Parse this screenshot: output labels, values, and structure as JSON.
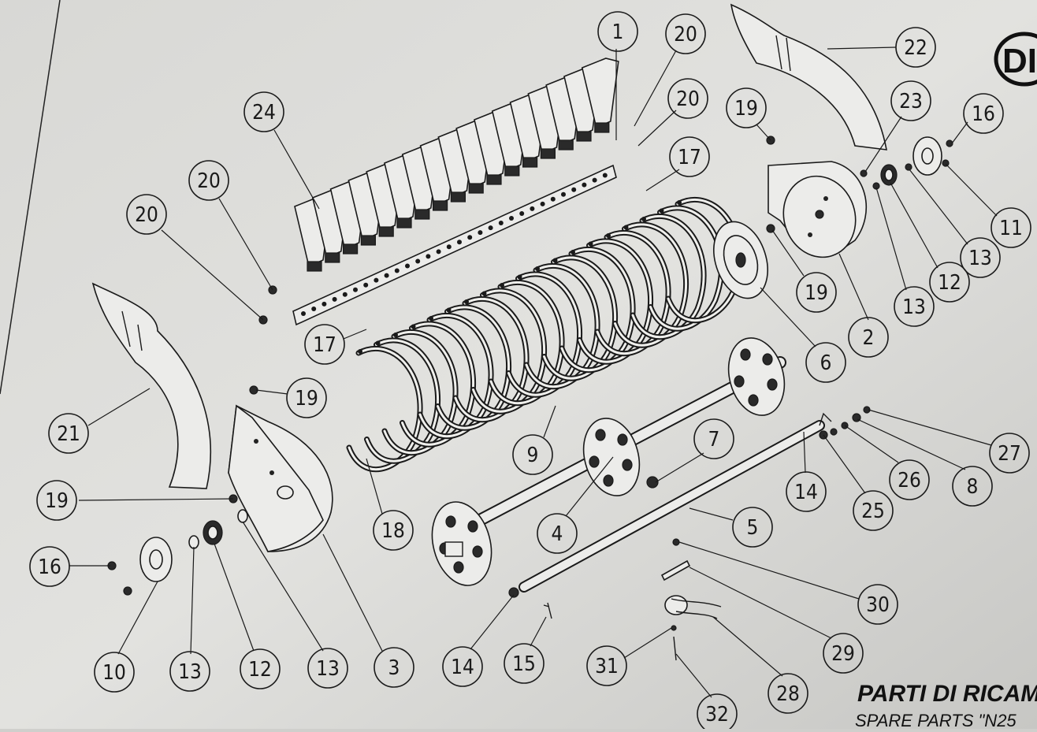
{
  "title": "PARTI DI RICAM",
  "subtitle": "SPARE PARTS \"N25",
  "logo": "DI",
  "callouts": [
    {
      "id": 1,
      "label": "1"
    },
    {
      "id": 2,
      "label": "2"
    },
    {
      "id": 3,
      "label": "3"
    },
    {
      "id": 4,
      "label": "4"
    },
    {
      "id": 5,
      "label": "5"
    },
    {
      "id": 6,
      "label": "6"
    },
    {
      "id": 7,
      "label": "7"
    },
    {
      "id": 8,
      "label": "8"
    },
    {
      "id": 9,
      "label": "9"
    },
    {
      "id": 10,
      "label": "10"
    },
    {
      "id": 11,
      "label": "11"
    },
    {
      "id": 12,
      "label": "12"
    },
    {
      "id": 13,
      "label": "13"
    },
    {
      "id": 14,
      "label": "14"
    },
    {
      "id": 15,
      "label": "15"
    },
    {
      "id": 16,
      "label": "16"
    },
    {
      "id": 17,
      "label": "17"
    },
    {
      "id": 18,
      "label": "18"
    },
    {
      "id": 19,
      "label": "19"
    },
    {
      "id": 20,
      "label": "20"
    },
    {
      "id": 21,
      "label": "21"
    },
    {
      "id": 22,
      "label": "22"
    },
    {
      "id": 23,
      "label": "23"
    },
    {
      "id": 24,
      "label": "24"
    },
    {
      "id": 25,
      "label": "25"
    },
    {
      "id": 26,
      "label": "26"
    },
    {
      "id": 27,
      "label": "27"
    },
    {
      "id": 28,
      "label": "28"
    },
    {
      "id": 29,
      "label": "29"
    },
    {
      "id": 30,
      "label": "30"
    },
    {
      "id": 31,
      "label": "31"
    },
    {
      "id": 32,
      "label": "32"
    }
  ]
}
